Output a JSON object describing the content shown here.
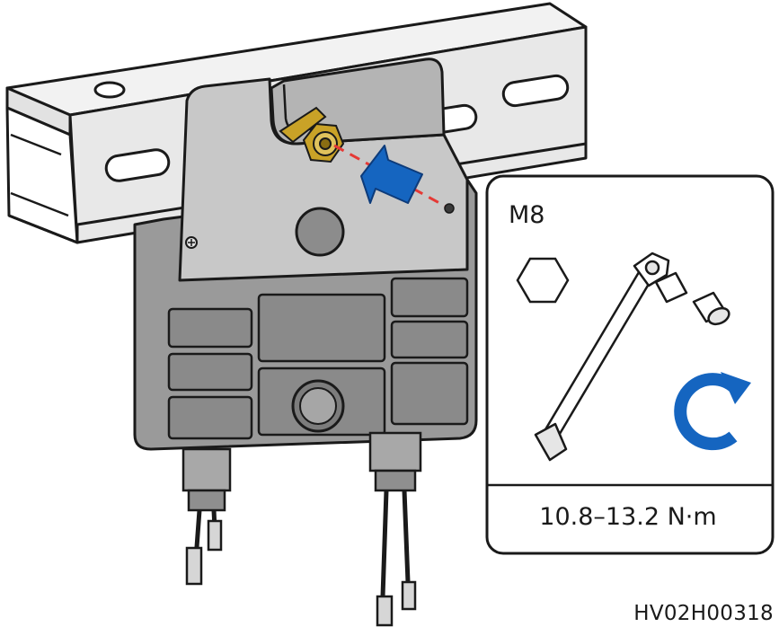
{
  "figure": {
    "bolt_size": "M8",
    "torque_range": "10.8–13.2 N·m",
    "figure_id": "HV02H00318"
  },
  "icons": {
    "bolt_head": "hexagon-icon",
    "tool": "socket-wrench-icon",
    "direction": "clockwise-rotate-icon",
    "insert": "insert-arrow-icon"
  },
  "colors": {
    "line": "#1a1a1a",
    "device_body": "#9a9a9a",
    "device_face": "#d0d0d0",
    "arrow_blue": "#1565c0",
    "brass": "#c9a227",
    "guide_red": "#e53935"
  }
}
